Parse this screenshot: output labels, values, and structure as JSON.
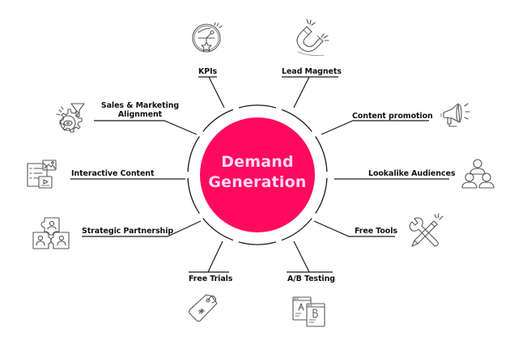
{
  "hub": {
    "line1": "Demand",
    "line2": "Generation",
    "color": "#ff0a5e",
    "text_color": "#ffd6f6"
  },
  "nodes": [
    {
      "id": "kpis",
      "label": "KPIs",
      "icon": "kpi-target-star-icon"
    },
    {
      "id": "lead-magnets",
      "label": "Lead Magnets",
      "icon": "magnet-icon"
    },
    {
      "id": "sales-marketing",
      "label_line1": "Sales & Marketing",
      "label_line2": "Alignment",
      "icon": "funnel-gear-icon"
    },
    {
      "id": "content-promotion",
      "label": "Content promotion",
      "icon": "megaphone-icon"
    },
    {
      "id": "interactive-content",
      "label": "Interactive Content",
      "icon": "media-documents-icon"
    },
    {
      "id": "lookalike-audiences",
      "label": "Lookalike Audiences",
      "icon": "people-group-icon"
    },
    {
      "id": "strategic-partnership",
      "label": "Strategic Partnership",
      "icon": "puzzle-people-icon"
    },
    {
      "id": "free-tools",
      "label": "Free Tools",
      "icon": "wrench-pencil-icon"
    },
    {
      "id": "free-trials",
      "label": "Free Trials",
      "icon": "price-tag-icon"
    },
    {
      "id": "ab-testing",
      "label": "A/B Testing",
      "icon": "ab-test-pages-icon"
    }
  ],
  "colors": {
    "line": "#1a1a1a",
    "icon": "#555555"
  }
}
